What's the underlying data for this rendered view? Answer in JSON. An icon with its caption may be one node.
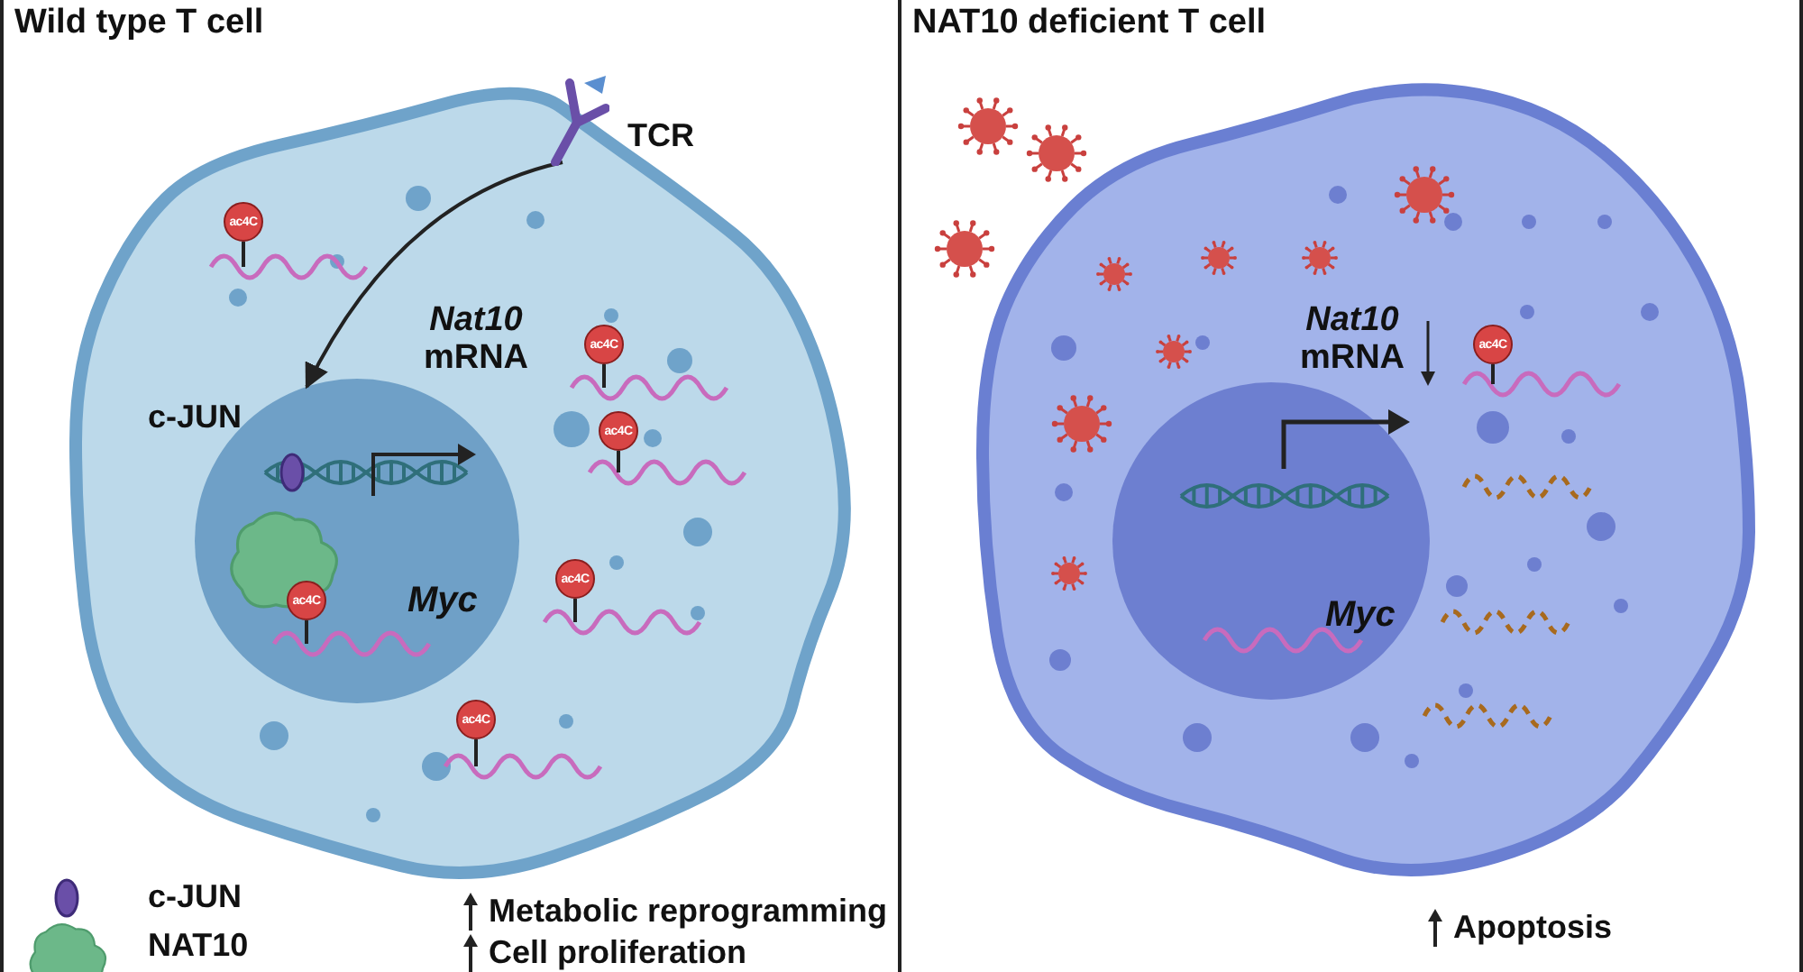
{
  "diagram": {
    "nodes": [
      {
        "text": [
          "Wild type T cell"
        ]
      },
      {
        "text": [
          "TCR"
        ],
        "in": 0
      },
      {
        "text": [
          "Myc"
        ],
        "in": 0
      },
      {
        "text": [
          "NAT10 deficient T cell"
        ]
      },
      {
        "text": [
          "Myc"
        ],
        "in": 3
      }
    ],
    "edges": [
      {
        "from": 1,
        "to": 2,
        "arrow": "to"
      }
    ],
    "labels": [
      "ac4C",
      "c-JUN",
      "*Nat10* mRNA",
      "ac4C",
      "ac4C",
      "ac4C",
      "ac4C",
      "ac4C",
      "Metabolic reprogramming",
      "Cell proliferation",
      "*Nat10* mRNA",
      "ac4C",
      "Apoptosis"
    ],
    "legend": [
      {
        "text": "c-JUN"
      },
      {
        "text": "NAT10"
      }
    ]
  }
}
